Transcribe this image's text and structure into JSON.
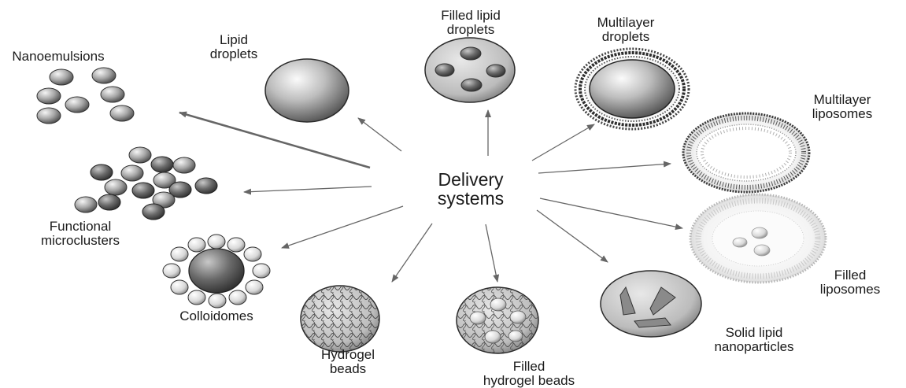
{
  "center": {
    "line1": "Delivery",
    "line2": "systems"
  },
  "systems": {
    "nanoemulsions": {
      "line1": "Nanoemulsions"
    },
    "lipid_droplets": {
      "line1": "Lipid",
      "line2": "droplets"
    },
    "filled_lipid_droplets": {
      "line1": "Filled lipid",
      "line2": "droplets"
    },
    "multilayer_droplets": {
      "line1": "Multilayer",
      "line2": "droplets"
    },
    "multilayer_liposomes": {
      "line1": "Multilayer",
      "line2": "liposomes"
    },
    "filled_liposomes": {
      "line1": "Filled",
      "line2": "liposomes"
    },
    "solid_lipid_nanoparticles": {
      "line1": "Solid lipid",
      "line2": "nanoparticles"
    },
    "filled_hydrogel_beads": {
      "line1": "Filled",
      "line2": "hydrogel beads"
    },
    "hydrogel_beads": {
      "line1": "Hydrogel",
      "line2": "beads"
    },
    "colloidomes": {
      "line1": "Colloidomes"
    },
    "functional_microclusters": {
      "line1": "Functional",
      "line2": "microclusters"
    }
  },
  "colors": {
    "ink": "#1a1a1a",
    "arrow": "#666666",
    "particle_light": "#f2f2f2",
    "particle_dark": "#555555"
  }
}
